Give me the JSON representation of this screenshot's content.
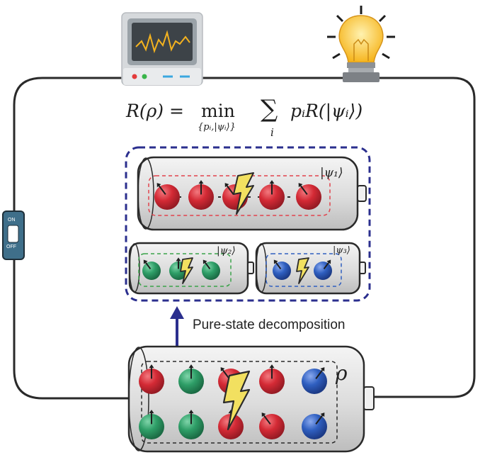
{
  "formula": {
    "lhs": "R(ρ) =",
    "min": "min",
    "min_sub": "{pᵢ,|ψᵢ⟩}",
    "sum": "∑",
    "sum_sub": "i",
    "rhs": "pᵢR(|ψᵢ⟩)"
  },
  "caption": "Pure-state decomposition",
  "kets": {
    "psi1": "|ψ₁⟩",
    "psi2": "|ψ₂⟩",
    "psi3": "|ψ₃⟩",
    "rho": "ρ"
  },
  "switch": {
    "on": "ON",
    "off": "OFF"
  },
  "colors": {
    "red": "#d42a35",
    "green": "#2e9e67",
    "blue": "#2f5fc0",
    "frame": "#2b2f8e",
    "lightning": "#f2e060"
  }
}
